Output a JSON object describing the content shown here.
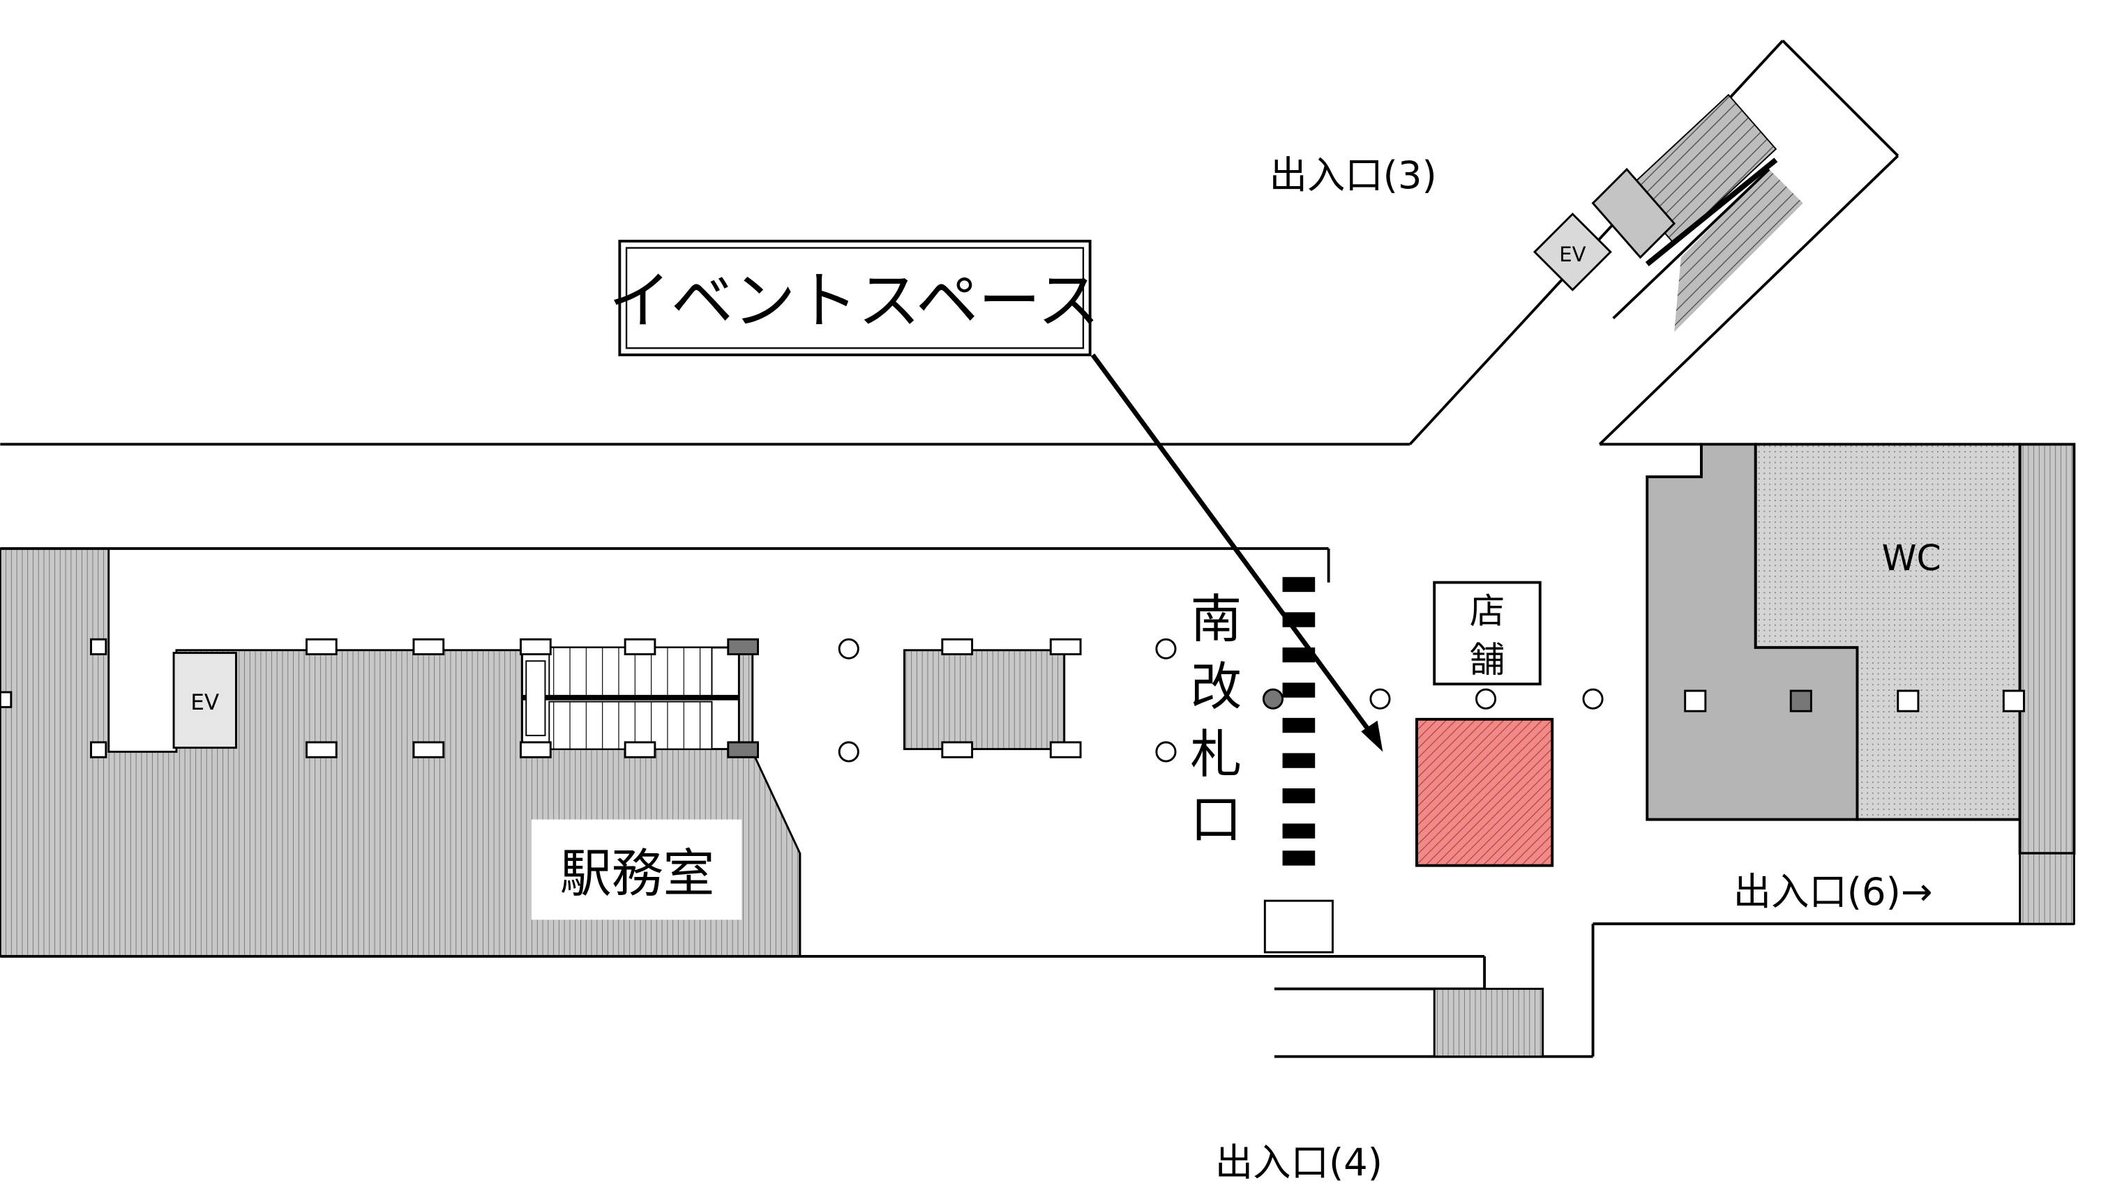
{
  "labels": {
    "event_space": "イベントスペース",
    "exit3": "出入口(3)",
    "exit4": "出入口(4)",
    "exit6": "出入口(6)→",
    "ev": "EV",
    "wc": "WC",
    "station_office": "駅務室",
    "south_gate": [
      "南",
      "改",
      "札",
      "口"
    ],
    "shop": [
      "店",
      "舗"
    ]
  },
  "colors": {
    "hatch_gray": "#b8b8b8",
    "floor_gray": "#b3b3b3",
    "light_gray": "#d9d9d9",
    "event_space_fill": "#e87d7d",
    "line": "#000000"
  }
}
